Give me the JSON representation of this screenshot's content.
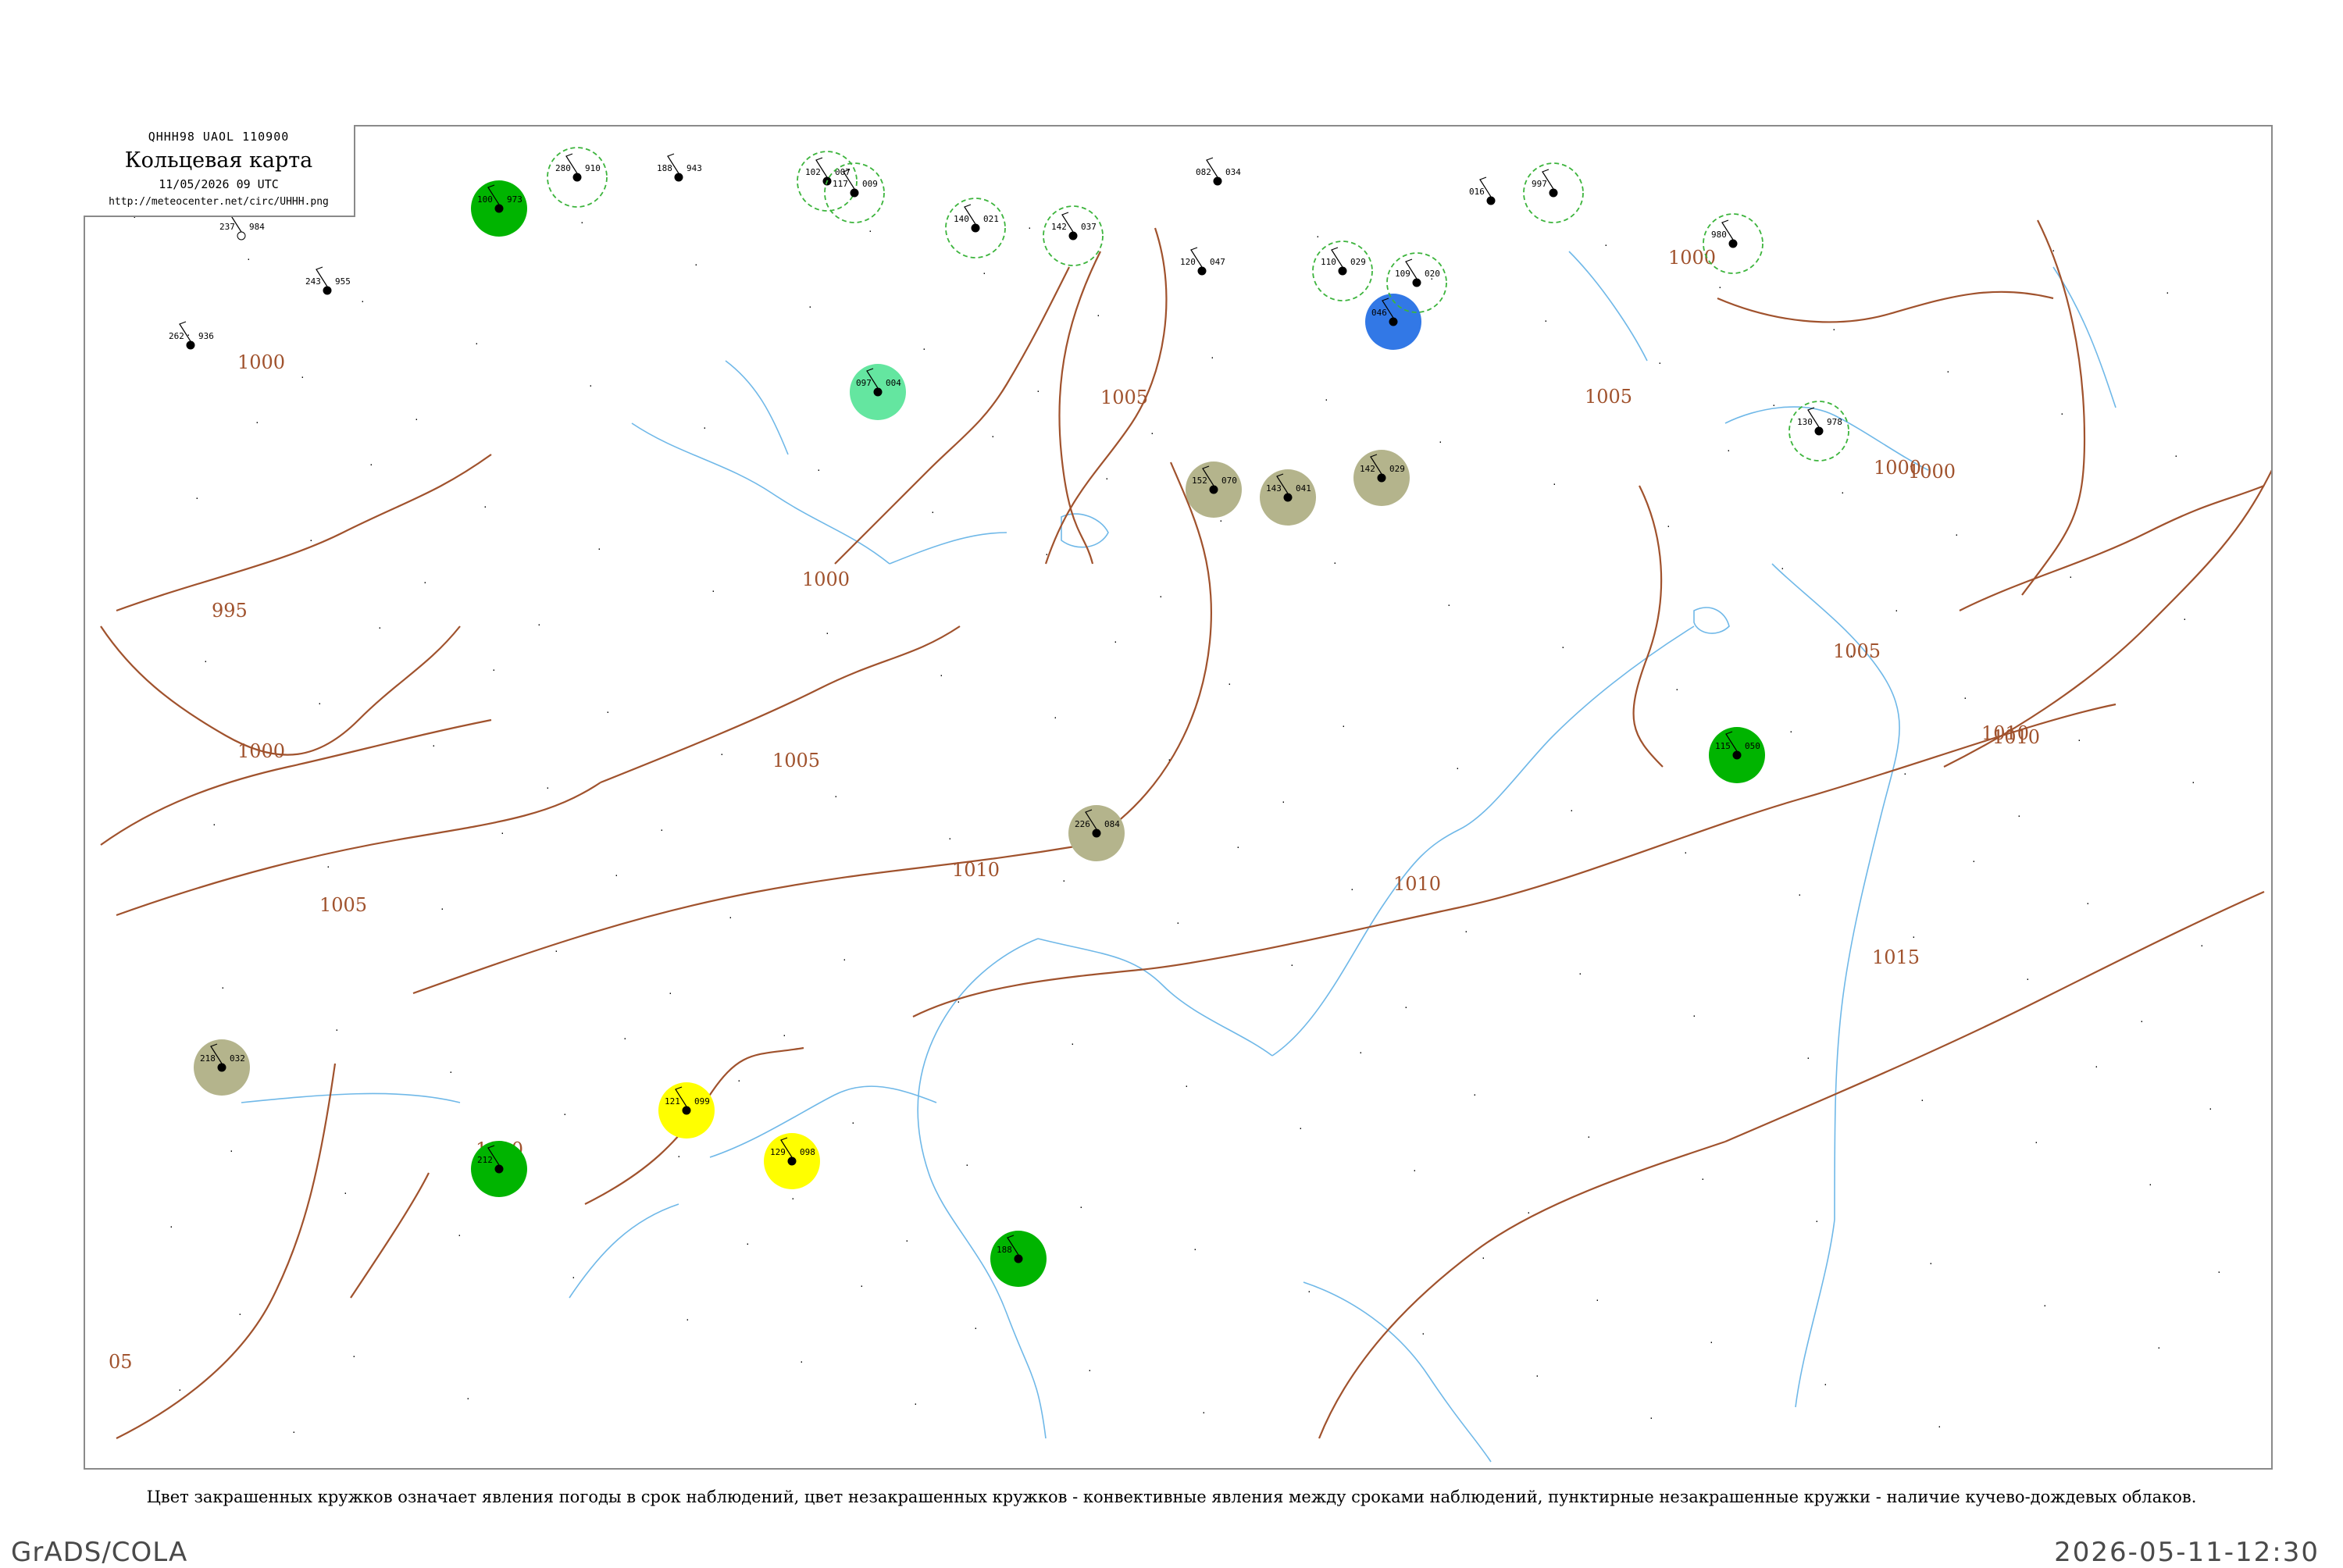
{
  "header": {
    "code": "QHHH98  UAOL  110900",
    "title": "Кольцевая карта",
    "date": "11/05/2026 09 UTC",
    "url": "http://meteocenter.net/circ/UHHH.png"
  },
  "legend_note": "Цвет закрашенных кружков означает явления погоды в срок наблюдений, цвет незакрашенных кружков - конвективные явления между сроками наблюдений, пунктирные незакрашенные кружки - наличие кучево-дождевых облаков.",
  "footer": {
    "left": "GrADS/COLA",
    "right": "2026-05-11-12:30"
  },
  "colors": {
    "isobar": "#a0522d",
    "river": "#6fb8e8",
    "cb_ring": "#3cb43c",
    "rain": "#00b400",
    "fog_haze": "#b4b48c",
    "snow_shower": "#ffff00",
    "thunder_shower": "#3278e6",
    "drizzle": "#64e6a0"
  },
  "isobars": {
    "labels": [
      "1000",
      "995",
      "1000",
      "1000",
      "1005",
      "1005",
      "1010",
      "1010",
      "1005",
      "1010",
      "1015",
      "1010",
      "1000",
      "1005",
      "05",
      "1000",
      "1010",
      "1005",
      "1000"
    ]
  },
  "stations": [
    {
      "t": "237",
      "p": "984",
      "ww": "circle"
    },
    {
      "t": "262",
      "p": "936",
      "ww": "dot"
    },
    {
      "t": "243",
      "p": "955",
      "ww": "dot"
    },
    {
      "t": "100",
      "p": "973",
      "ww": "rain"
    },
    {
      "t": "280",
      "p": "910",
      "ww": "cb"
    },
    {
      "t": "188",
      "p": "943",
      "ww": "none"
    },
    {
      "t": "102",
      "p": "007",
      "ww": "cb"
    },
    {
      "t": "117",
      "p": "009",
      "ww": "cb"
    },
    {
      "t": "140",
      "p": "021",
      "ww": "cb"
    },
    {
      "t": "142",
      "p": "037",
      "ww": "cb"
    },
    {
      "t": "082",
      "p": "034",
      "ww": "none"
    },
    {
      "t": "120",
      "p": "047",
      "ww": "none"
    },
    {
      "t": "110",
      "p": "029",
      "ww": "cb"
    },
    {
      "t": "046",
      "p": "",
      "ww": "thunder"
    },
    {
      "t": "109",
      "p": "020",
      "ww": "cb"
    },
    {
      "t": "016",
      "p": "",
      "ww": "dot"
    },
    {
      "t": "997",
      "p": "",
      "ww": "cb"
    },
    {
      "t": "980",
      "p": "",
      "ww": "cb"
    },
    {
      "t": "226",
      "p": "084",
      "ww": "fog"
    },
    {
      "t": "152",
      "p": "070",
      "ww": "fog"
    },
    {
      "t": "143",
      "p": "041",
      "ww": "fog"
    },
    {
      "t": "142",
      "p": "029",
      "ww": "fog"
    },
    {
      "t": "218",
      "p": "032",
      "ww": "fog"
    },
    {
      "t": "121",
      "p": "099",
      "ww": "snow"
    },
    {
      "t": "129",
      "p": "098",
      "ww": "snow"
    },
    {
      "t": "212",
      "p": "",
      "ww": "rain"
    },
    {
      "t": "188",
      "p": "",
      "ww": "rain"
    },
    {
      "t": "115",
      "p": "050",
      "ww": "rain"
    },
    {
      "t": "097",
      "p": "004",
      "ww": "drizzle"
    },
    {
      "t": "130",
      "p": "978",
      "ww": "cb"
    }
  ]
}
